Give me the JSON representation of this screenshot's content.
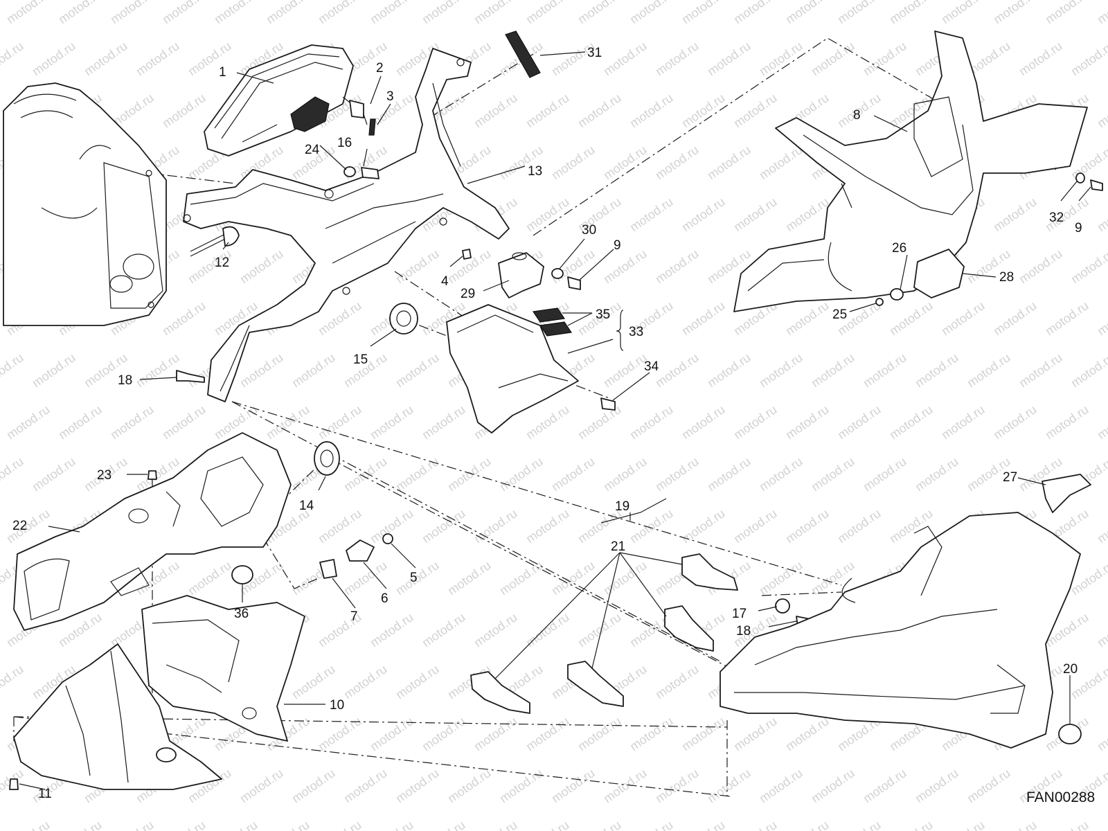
{
  "watermark": "motod.ru",
  "diagram_code": "FAN00288",
  "callouts": [
    "1",
    "2",
    "3",
    "4",
    "5",
    "6",
    "7",
    "8",
    "9",
    "9",
    "10",
    "11",
    "12",
    "13",
    "14",
    "15",
    "16",
    "17",
    "18",
    "18",
    "19",
    "20",
    "21",
    "22",
    "23",
    "24",
    "25",
    "26",
    "27",
    "28",
    "29",
    "30",
    "31",
    "32",
    "33",
    "34",
    "35",
    "36"
  ],
  "colors": {
    "line": "#1a1a1a",
    "watermark": "#d2d2d2",
    "background": "#ffffff"
  }
}
